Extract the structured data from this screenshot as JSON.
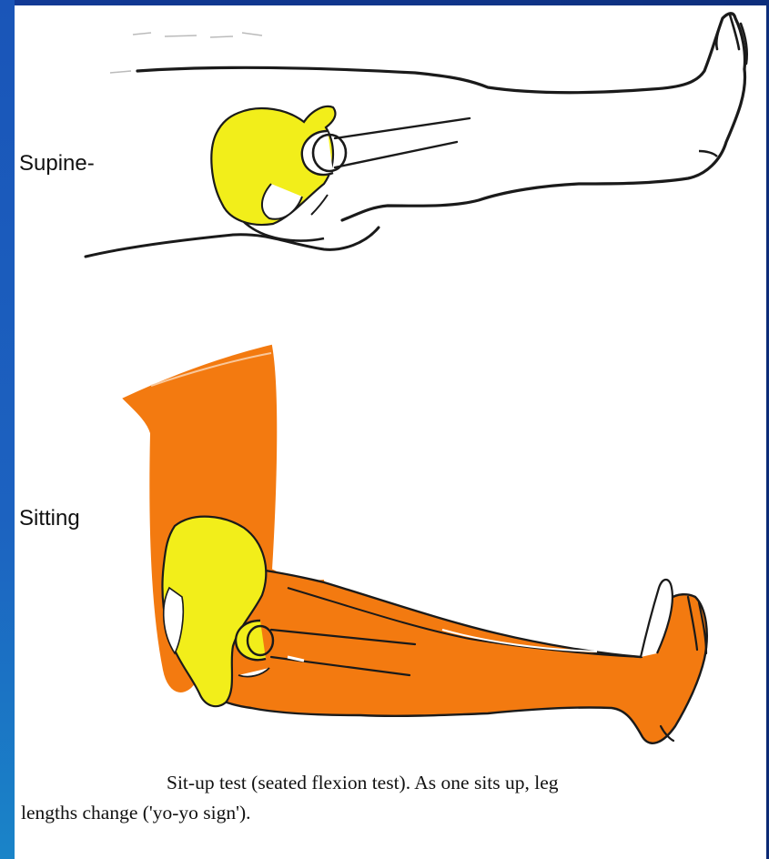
{
  "labels": {
    "supine": "Supine-",
    "sitting": "Sitting"
  },
  "caption": {
    "line1": "Sit-up test (seated flexion test). As one sits up, leg",
    "line2": "lengths change ('yo-yo sign')."
  },
  "colors": {
    "slide_background": "#123a96",
    "pelvis_fill": "#f2ee1a",
    "body_fill": "#f37a10",
    "outline": "#1a1a1a"
  }
}
